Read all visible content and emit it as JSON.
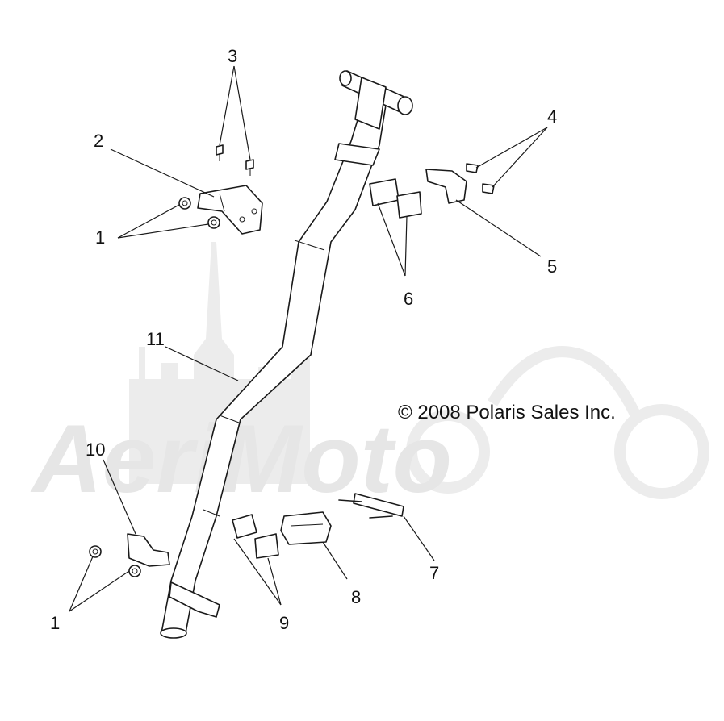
{
  "copyright": "© 2008 Polaris Sales Inc.",
  "watermark": {
    "text": "AeriMoto",
    "color": "#e6e6e6"
  },
  "callouts": [
    {
      "id": "c1a",
      "label": "1"
    },
    {
      "id": "c2",
      "label": "2"
    },
    {
      "id": "c3",
      "label": "3"
    },
    {
      "id": "c4",
      "label": "4"
    },
    {
      "id": "c5",
      "label": "5"
    },
    {
      "id": "c6",
      "label": "6"
    },
    {
      "id": "c7",
      "label": "7"
    },
    {
      "id": "c8",
      "label": "8"
    },
    {
      "id": "c9",
      "label": "9"
    },
    {
      "id": "c10",
      "label": "10"
    },
    {
      "id": "c11",
      "label": "11"
    },
    {
      "id": "c1b",
      "label": "1"
    }
  ],
  "colors": {
    "line": "#1a1a1a",
    "background": "#ffffff"
  }
}
